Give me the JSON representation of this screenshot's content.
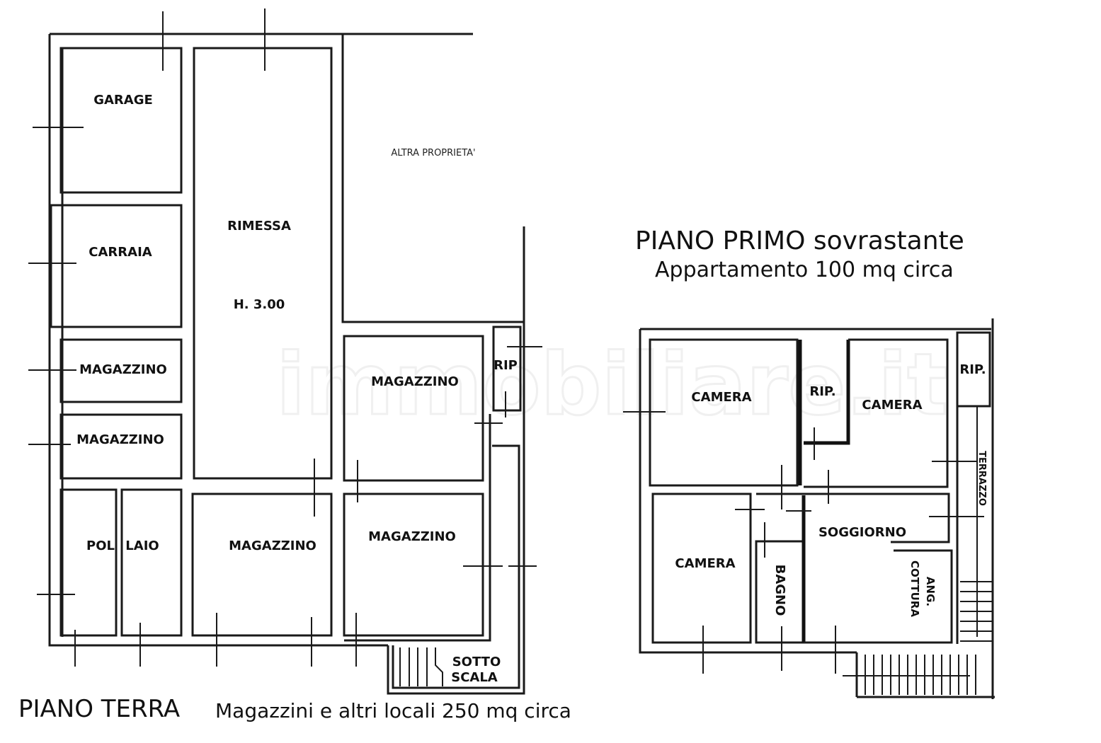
{
  "ground_floor": {
    "title": "PIANO TERRA",
    "subtitle": "Magazzini e altri locali 250 mq circa",
    "rooms": {
      "garage": "GARAGE",
      "rimessa": "RIMESSA",
      "rimessa_height": "H. 3.00",
      "carraia": "CARRAIA",
      "magazzino_1": "MAGAZZINO",
      "magazzino_2": "MAGAZZINO",
      "pollaio_left": "POL",
      "pollaio_right": "LAIO",
      "magazzino_3": "MAGAZZINO",
      "magazzino_4": "MAGAZZINO",
      "magazzino_5": "MAGAZZINO",
      "rip": "RIP",
      "sotto": "SOTTO",
      "scala": "SCALA"
    },
    "neighbor_label": "ALTRA PROPRIETA'"
  },
  "first_floor": {
    "title": "PIANO PRIMO sovrastante",
    "subtitle": "Appartamento 100 mq circa",
    "rooms": {
      "camera_1": "CAMERA",
      "rip_1": "RIP.",
      "camera_2": "CAMERA",
      "rip_2": "RIP.",
      "terrazzo": "TERRAZZO",
      "camera_3": "CAMERA",
      "bagno": "BAGNO",
      "soggiorno": "SOGGIORNO",
      "ang": "ANG.",
      "cottura": "COTTURA"
    }
  },
  "watermark": "immobiliare.it"
}
